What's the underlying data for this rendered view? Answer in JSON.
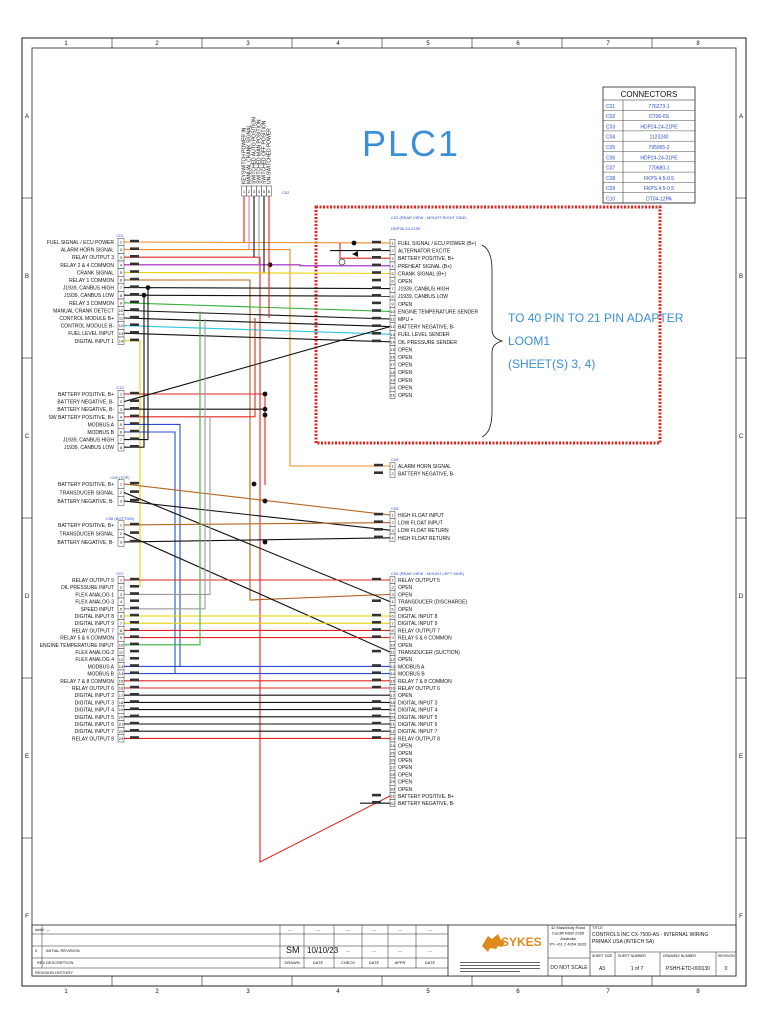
{
  "title": "PLC1",
  "grid": {
    "cols": [
      "1",
      "2",
      "3",
      "4",
      "5",
      "6",
      "7",
      "8"
    ],
    "rows": [
      "A",
      "B",
      "C",
      "D",
      "E",
      "F"
    ]
  },
  "connectors_table": {
    "title": "CONNECTORS",
    "rows": [
      {
        "id": "C01",
        "part": "776273-1"
      },
      {
        "id": "C02",
        "part": "DT06-6S"
      },
      {
        "id": "C03",
        "part": "HDP24-24-21PE"
      },
      {
        "id": "C04",
        "part": "1123240"
      },
      {
        "id": "C05",
        "part": "795065-2"
      },
      {
        "id": "C06",
        "part": "HDP24-24-31PE"
      },
      {
        "id": "C07",
        "part": "770680-1"
      },
      {
        "id": "C08",
        "part": "FKPS 4.5-0.5"
      },
      {
        "id": "C09",
        "part": "FKPS 4.5-0.5"
      },
      {
        "id": "C10",
        "part": "DT04-12PA"
      }
    ]
  },
  "c02": {
    "label": "C02",
    "pins": [
      "1",
      "2",
      "3",
      "4",
      "5",
      "6"
    ],
    "signals": [
      "KEYSWITCH POWER IN",
      "MANUAL CRANK SIGNAL",
      "SWITCHED AUTO POSITION",
      "SWITCHED MAN POSITION",
      "SWITCHED OFF POSITION",
      "UN-SWITCHED POWER"
    ]
  },
  "c01": {
    "label": "C01",
    "signals": [
      "FUEL SIGNAL / ECU POWER",
      "ALARM HORN SIGNAL",
      "RELAY OUTPUT 3",
      "RELAY 2 & 4 COMMON",
      "CRANK SIGNAL",
      "RELAY 1 COMMON",
      "J1939, CANBUS HIGH",
      "J1939, CANBUS LOW",
      "RELAY 3 COMMON",
      "MANUAL CRANK DETECT",
      "CONTROL MODULE B+",
      "CONTROL MODULE B-",
      "FUEL LEVEL INPUT",
      "DIGITAL INPUT 1"
    ],
    "pins": [
      "1",
      "2",
      "3",
      "4",
      "5",
      "6",
      "7",
      "8",
      "9",
      "10",
      "11",
      "12",
      "13",
      "14"
    ]
  },
  "c10": {
    "label": "C10",
    "signals": [
      "BATTERY POSITIVE, B+",
      "BATTERY NEGATIVE, B-",
      "BATTERY NEGATIVE, B-",
      "SW BATTERY POSITIVE, B+",
      "MODBUS A",
      "MODBUS B",
      "J1939, CANBUS HIGH",
      "J1939, CANBUS LOW"
    ],
    "pins": [
      "1",
      "2",
      "3",
      "4",
      "5",
      "6",
      "7",
      "8"
    ]
  },
  "c09": {
    "label": "C09 (TOP)",
    "signals": [
      "BATTERY POSITIVE, B+",
      "TRANSDUCER SIGNAL",
      "BATTERY NEGATIVE, B-"
    ],
    "pins": [
      "1",
      "2",
      "3"
    ]
  },
  "c08": {
    "label": "C08 (BOTTOM)",
    "signals": [
      "BATTERY POSITIVE, B+",
      "TRANSDUCER SIGNAL",
      "BATTERY NEGATIVE, B-"
    ],
    "pins": [
      "1",
      "2",
      "3"
    ]
  },
  "c07": {
    "label": "C07",
    "signals": [
      "RELAY OUTPUT 5",
      "OIL PRESSURE INPUT",
      "FLEX ANALOG 1",
      "FLEX ANALOG 3",
      "SPEED INPUT",
      "DIGITAL INPUT 8",
      "DIGITAL INPUT 9",
      "RELAY OUTPUT 7",
      "RELAY 5 & 6 COMMON",
      "ENGINE TEMPERATURE INPUT",
      "FLEX ANALOG 2",
      "FLEX ANALOG 4",
      "MODBUS A",
      "MODBUS B",
      "RELAY 7 & 8 COMMON",
      "RELAY OUTPUT 6",
      "DIGITAL INPUT 2",
      "DIGITAL INPUT 3",
      "DIGITAL INPUT 4",
      "DIGITAL INPUT 5",
      "DIGITAL INPUT 6",
      "DIGITAL INPUT 7",
      "RELAY OUTPUT 8"
    ],
    "pins": [
      "1",
      "2",
      "3",
      "4",
      "5",
      "6",
      "7",
      "8",
      "9",
      "10",
      "11",
      "12",
      "13",
      "14",
      "15",
      "16",
      "17",
      "18",
      "19",
      "20",
      "21",
      "22",
      "23"
    ]
  },
  "c03": {
    "label": "C03 (REAR VIEW - MOUNT RIGHT SIDE)",
    "part": "HDP26-24-21SE",
    "signals": [
      "FUEL SIGNAL / ECU POWER (B+)",
      "ALTERNATOR EXCITE",
      "BATTERY POSITIVE, B+",
      "PREHEAT SIGNAL (B+)",
      "CRANK SIGNAL (B+)",
      "OPEN",
      "J1939, CANBUS HIGH",
      "J1939, CANBUS LOW",
      "OPEN",
      "ENGINE TEMPERATURE SENDER",
      "MPU +",
      "BATTERY NEGATIVE, B-",
      "FUEL LEVEL SENDER",
      "OIL PRESSURE SENDER",
      "OPEN",
      "OPEN",
      "OPEN",
      "OPEN",
      "OPEN",
      "OPEN",
      "OPEN"
    ],
    "pins": [
      "1",
      "2",
      "3",
      "4",
      "5",
      "6",
      "7",
      "8",
      "9",
      "10",
      "11",
      "12",
      "13",
      "14",
      "15",
      "16",
      "17",
      "18",
      "19",
      "20",
      "21"
    ]
  },
  "adapter_note": {
    "line1": "TO 40 PIN TO 21 PIN ADAPTER",
    "line2": "LOOM1",
    "line3": "(SHEET(S) 3, 4)"
  },
  "c04": {
    "label": "C04",
    "signals": [
      "ALARM HORN SIGNAL",
      "BATTERY NEGATIVE, B-"
    ],
    "pins": [
      "1",
      "2"
    ]
  },
  "c05": {
    "label": "C05",
    "signals": [
      "HIGH FLOAT INPUT",
      "LOW FLOAT INPUT",
      "LOW FLOAT RETURN",
      "HIGH FLOAT RETURN"
    ],
    "pins": [
      "1",
      "2",
      "3",
      "4"
    ]
  },
  "c06": {
    "label": "C06 (REAR VIEW - MOUNT LEFT SIDE)",
    "signals": [
      "RELAY OUTPUT 5",
      "OPEN",
      "OPEN",
      "TRANSDUCER (DISCHARGE)",
      "OPEN",
      "DIGITAL INPUT 8",
      "DIGITAL INPUT 9",
      "RELAY OUTPUT 7",
      "RELAY 5 & 6 COMMON",
      "OPEN",
      "TRANSDUCER (SUCTION)",
      "OPEN",
      "MODBUS A",
      "MODBUS B",
      "RELAY 7 & 8 COMMON",
      "RELAY OUTPUT 6",
      "OPEN",
      "DIGITAL INPUT 3",
      "DIGITAL INPUT 4",
      "DIGITAL INPUT 5",
      "DIGITAL INPUT 6",
      "DIGITAL INPUT 7",
      "RELAY OUTPUT 8",
      "OPEN",
      "OPEN",
      "OPEN",
      "OPEN",
      "OPEN",
      "OPEN",
      "OPEN",
      "BATTERY POSITIVE, B+",
      "BATTERY NEGATIVE, B-"
    ],
    "pins": [
      "1",
      "2",
      "3",
      "4",
      "5",
      "6",
      "7",
      "8",
      "9",
      "10",
      "11",
      "12",
      "13",
      "14",
      "15",
      "16",
      "17",
      "18",
      "19",
      "20",
      "21",
      "22",
      "23",
      "24",
      "25",
      "26",
      "27",
      "28",
      "29",
      "30",
      "31",
      "32"
    ]
  },
  "title_block": {
    "rev_mark": "####",
    "rev_dash": "---",
    "rev0": "0",
    "rev0_desc": "INITIAL REVISION",
    "drawn_by": "SM",
    "date": "10/10/23",
    "dash": "---",
    "headers": [
      "REV",
      "DESCRIPTION",
      "DRAWN",
      "DATE",
      "CHECK",
      "DATE",
      "APPR",
      "DATE"
    ],
    "revision_history": "REVISION HISTORY",
    "company": "SYKES",
    "address": [
      "42 Mashburg Road",
      "Cardiff NSW 2285",
      "Australia",
      "Ph +61 2 4954 1833"
    ],
    "title_label": "TITLE",
    "title_line1": "CONTROLS INC CX-7500-AS - INTERNAL WIRING",
    "title_line2": "PRIMAX USA (INTECH SA)",
    "do_not_scale": "DO NOT SCALE",
    "sheet_size_label": "SHEET SIZE",
    "sheet_size": "A3",
    "sheet_number_label": "SHEET NUMBER",
    "sheet_number": "1   of   7",
    "drawing_number_label": "DRAWING NUMBER",
    "drawing_number": "PSHH-ETD-000130",
    "revision_label": "REVISION",
    "revision": "0"
  },
  "wire_colors": {
    "brown": "#b5651d",
    "red": "#e0261f",
    "orange": "#f08a24",
    "purple": "#a020c0",
    "yellow": "#e6d200",
    "green": "#34b33c",
    "black": "#111111",
    "cyan": "#2ec4e6",
    "blue": "#2a4dd6",
    "grey": "#9a9a9a",
    "pink": "#f07aa8",
    "frame": "#222222"
  }
}
